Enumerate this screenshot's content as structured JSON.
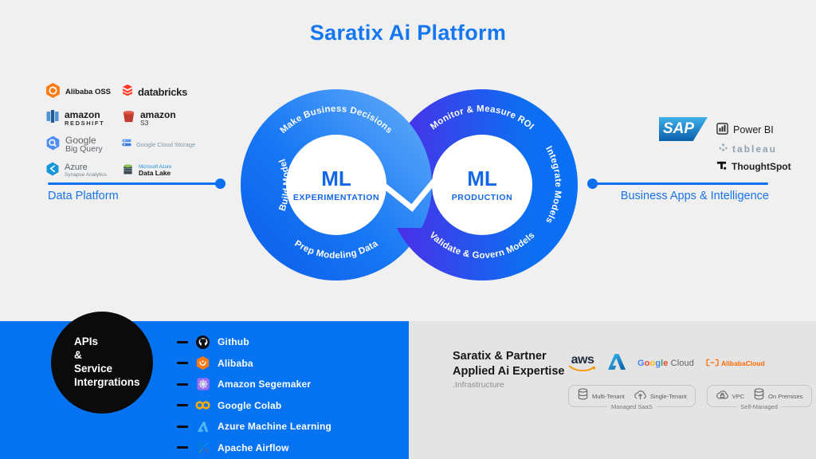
{
  "title": "Saratix Ai Platform",
  "colors": {
    "accent_blue": "#0a6ff0",
    "title_blue": "#1577f0",
    "panel_blue": "#0673f3",
    "panel_gray": "#e4e4e5",
    "black_circle": "#0b0b0b",
    "ring_left_gradient": [
      "#0b5ce8",
      "#67b0fa"
    ],
    "ring_right_gradient": [
      "#4f2ae8",
      "#0a70f5"
    ]
  },
  "data_platform": {
    "label": "Data Platform",
    "logos": [
      {
        "icon": "alibaba-oss-icon",
        "label": "Alibaba OSS"
      },
      {
        "icon": "databricks-icon",
        "label": "databricks"
      },
      {
        "icon": "amazon-redshift-icon",
        "line1": "amazon",
        "line2": "REDSHIFT"
      },
      {
        "icon": "amazon-s3-icon",
        "line1": "amazon",
        "line2": "S3"
      },
      {
        "icon": "google-bigquery-icon",
        "line1": "Google",
        "line2": "Big Query"
      },
      {
        "icon": "google-cloud-storage-icon",
        "label": "Google Cloud Storage"
      },
      {
        "icon": "azure-synapse-icon",
        "line1": "Azure",
        "line2": "Synapse Analytics"
      },
      {
        "icon": "azure-data-lake-icon",
        "line1": "Microsoft Azure",
        "line2": "Data Lake"
      }
    ]
  },
  "diagram": {
    "left": {
      "title": "ML",
      "subtitle": "EXPERIMENTATION",
      "top": "Make Business Decisions",
      "side": "Build Model",
      "bottom": "Prep Modeling Data"
    },
    "right": {
      "title": "ML",
      "subtitle": "PRODUCTION",
      "top": "Monitor & Measure ROI",
      "side": "Integrate Models",
      "bottom": "Validate & Govern Models"
    }
  },
  "business_apps": {
    "label": "Business Apps & Intelligence",
    "sap": "SAP",
    "power_bi": "Power BI",
    "tableau": "tableau",
    "thoughtspot": "ThoughtSpot"
  },
  "api_panel": {
    "circle": {
      "line1": "APIs",
      "line2": "&",
      "line3": "Service",
      "line4": "Intergrations"
    },
    "items": [
      {
        "icon": "github-icon",
        "label": "Github"
      },
      {
        "icon": "alibaba-icon",
        "label": "Alibaba"
      },
      {
        "icon": "sagemaker-icon",
        "label": "Amazon Segemaker"
      },
      {
        "icon": "colab-icon",
        "label": "Google Colab"
      },
      {
        "icon": "azure-ml-icon",
        "label": "Azure Machine Learning"
      },
      {
        "icon": "airflow-icon",
        "label": "Apache Airflow"
      }
    ]
  },
  "expertise_panel": {
    "title_line1": "Saratix & Partner",
    "title_line2": "Applied Ai Expertise",
    "subtitle": ".Infrastructure",
    "aws": "aws",
    "google_letters": [
      "G",
      "o",
      "o",
      "g",
      "l",
      "e"
    ],
    "google_cloud_suffix": " Cloud",
    "alibaba_cloud": "AlibabaCloud",
    "groups": [
      {
        "label": "Managed SaaS",
        "options": [
          {
            "icon": "database-icon",
            "label": "Multi-Tenant"
          },
          {
            "icon": "cloud-upload-icon",
            "label": "Single-Tenant"
          }
        ]
      },
      {
        "label": "Self-Managed",
        "options": [
          {
            "icon": "cloud-lock-icon",
            "label": "VPC"
          },
          {
            "icon": "database-icon",
            "label": "On Premises"
          }
        ]
      }
    ]
  }
}
